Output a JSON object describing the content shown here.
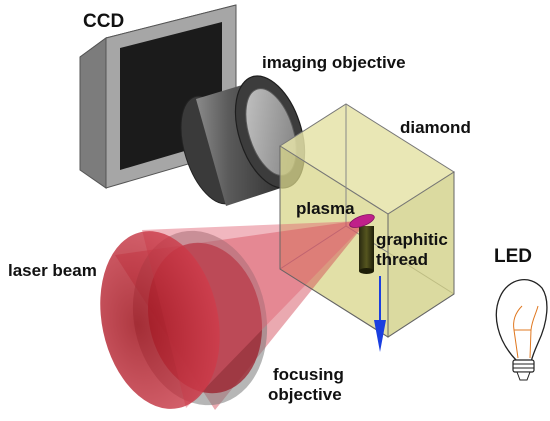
{
  "labels": {
    "ccd": "CCD",
    "imaging_objective": "imaging objective",
    "diamond": "diamond",
    "plasma": "plasma",
    "graphitic_line1": "graphitic",
    "graphitic_line2": "thread",
    "led": "LED",
    "laser_beam": "laser beam",
    "focusing_line1": "focusing",
    "focusing_line2": "objective"
  },
  "colors": {
    "diamond_fill": "#d8d68a",
    "laser_red": "#d02030",
    "plasma": "#c0208a",
    "arrow_blue": "#1a3fe0",
    "ccd_gray": "#9a9a9a",
    "lens_dark": "#4a4a4a"
  }
}
